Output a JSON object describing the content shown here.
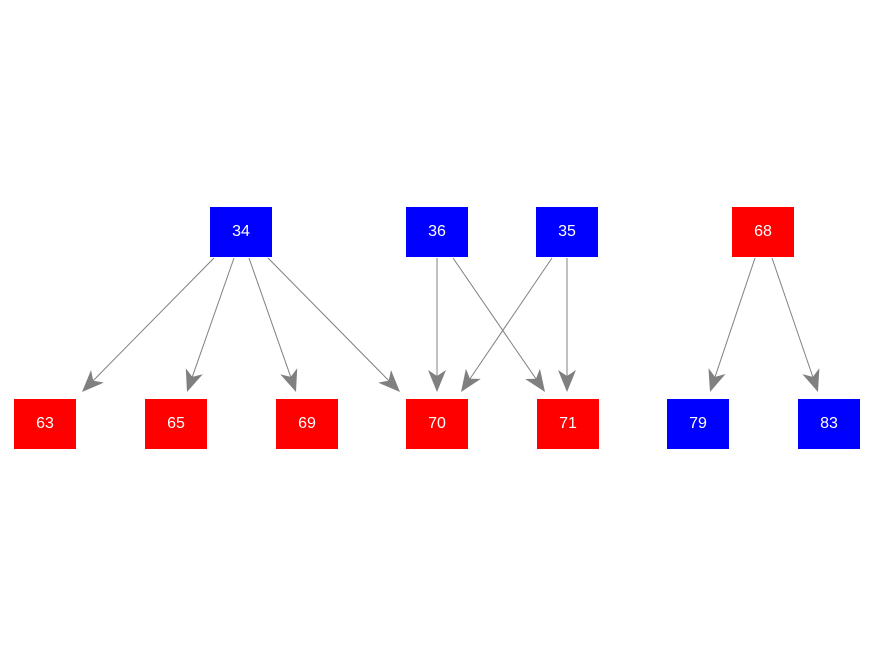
{
  "diagram": {
    "colors": {
      "red": "#ff0000",
      "blue": "#0000ff",
      "edge": "#808080"
    },
    "nodes": [
      {
        "id": "34",
        "label": "34",
        "color": "blue"
      },
      {
        "id": "36",
        "label": "36",
        "color": "blue"
      },
      {
        "id": "35",
        "label": "35",
        "color": "blue"
      },
      {
        "id": "68",
        "label": "68",
        "color": "red"
      },
      {
        "id": "63",
        "label": "63",
        "color": "red"
      },
      {
        "id": "65",
        "label": "65",
        "color": "red"
      },
      {
        "id": "69",
        "label": "69",
        "color": "red"
      },
      {
        "id": "70",
        "label": "70",
        "color": "red"
      },
      {
        "id": "71",
        "label": "71",
        "color": "red"
      },
      {
        "id": "79",
        "label": "79",
        "color": "blue"
      },
      {
        "id": "83",
        "label": "83",
        "color": "blue"
      }
    ],
    "edges": [
      {
        "from": "34",
        "to": "63"
      },
      {
        "from": "34",
        "to": "65"
      },
      {
        "from": "34",
        "to": "69"
      },
      {
        "from": "34",
        "to": "70"
      },
      {
        "from": "36",
        "to": "70"
      },
      {
        "from": "36",
        "to": "71"
      },
      {
        "from": "35",
        "to": "70"
      },
      {
        "from": "35",
        "to": "71"
      },
      {
        "from": "68",
        "to": "79"
      },
      {
        "from": "68",
        "to": "83"
      }
    ]
  }
}
